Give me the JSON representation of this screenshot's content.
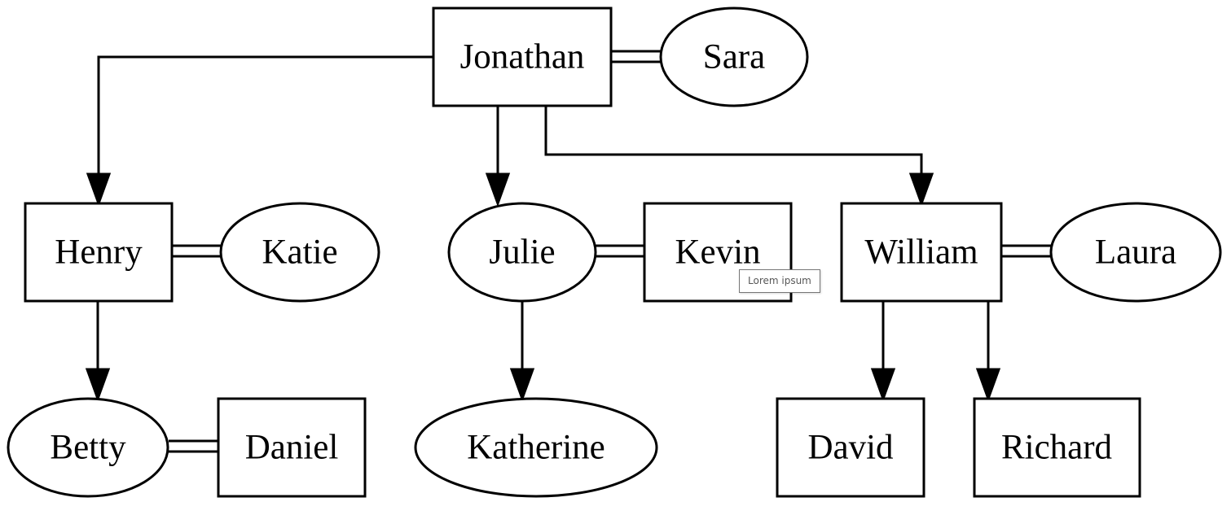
{
  "people": {
    "jonathan": {
      "name": "Jonathan",
      "shape": "rect"
    },
    "sara": {
      "name": "Sara",
      "shape": "ellipse"
    },
    "henry": {
      "name": "Henry",
      "shape": "rect"
    },
    "katie": {
      "name": "Katie",
      "shape": "ellipse"
    },
    "julie": {
      "name": "Julie",
      "shape": "ellipse"
    },
    "kevin": {
      "name": "Kevin",
      "shape": "rect"
    },
    "william": {
      "name": "William",
      "shape": "rect"
    },
    "laura": {
      "name": "Laura",
      "shape": "ellipse"
    },
    "betty": {
      "name": "Betty",
      "shape": "ellipse"
    },
    "daniel": {
      "name": "Daniel",
      "shape": "rect"
    },
    "katherine": {
      "name": "Katherine",
      "shape": "ellipse"
    },
    "david": {
      "name": "David",
      "shape": "rect"
    },
    "richard": {
      "name": "Richard",
      "shape": "rect"
    }
  },
  "marriages": [
    [
      "jonathan",
      "sara"
    ],
    [
      "henry",
      "katie"
    ],
    [
      "julie",
      "kevin"
    ],
    [
      "william",
      "laura"
    ],
    [
      "betty",
      "daniel"
    ]
  ],
  "children": [
    [
      "jonathan",
      "henry"
    ],
    [
      "jonathan",
      "julie"
    ],
    [
      "jonathan",
      "william"
    ],
    [
      "henry",
      "betty"
    ],
    [
      "julie",
      "katherine"
    ],
    [
      "william",
      "david"
    ],
    [
      "william",
      "richard"
    ]
  ],
  "tooltip": {
    "text": "Lorem ipsum"
  },
  "colors": {
    "stroke": "#000000",
    "background": "#ffffff"
  }
}
